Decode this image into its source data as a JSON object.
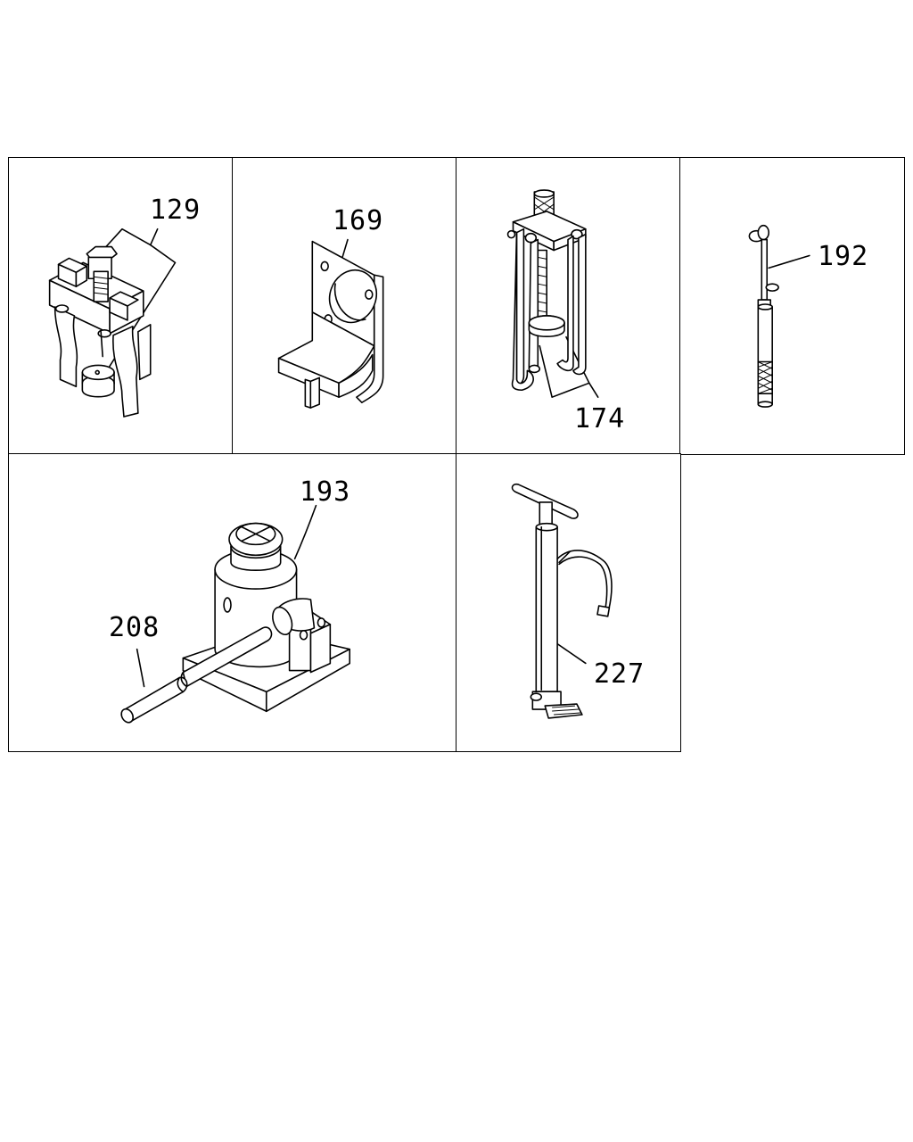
{
  "diagram": {
    "cells": [
      {
        "id": "cell-129",
        "callout": "129",
        "item": "puller-tool"
      },
      {
        "id": "cell-169",
        "callout": "169",
        "item": "angle-bracket-plate"
      },
      {
        "id": "cell-174",
        "callout": "174",
        "item": "bearing-puller"
      },
      {
        "id": "cell-192",
        "callout": "192",
        "item": "hand-probe-tool"
      },
      {
        "id": "cell-193-208",
        "callouts": [
          "193",
          "208"
        ],
        "items": [
          "bottle-jack",
          "jack-handle-bar"
        ]
      },
      {
        "id": "cell-227",
        "callout": "227",
        "item": "floor-pump"
      }
    ]
  }
}
